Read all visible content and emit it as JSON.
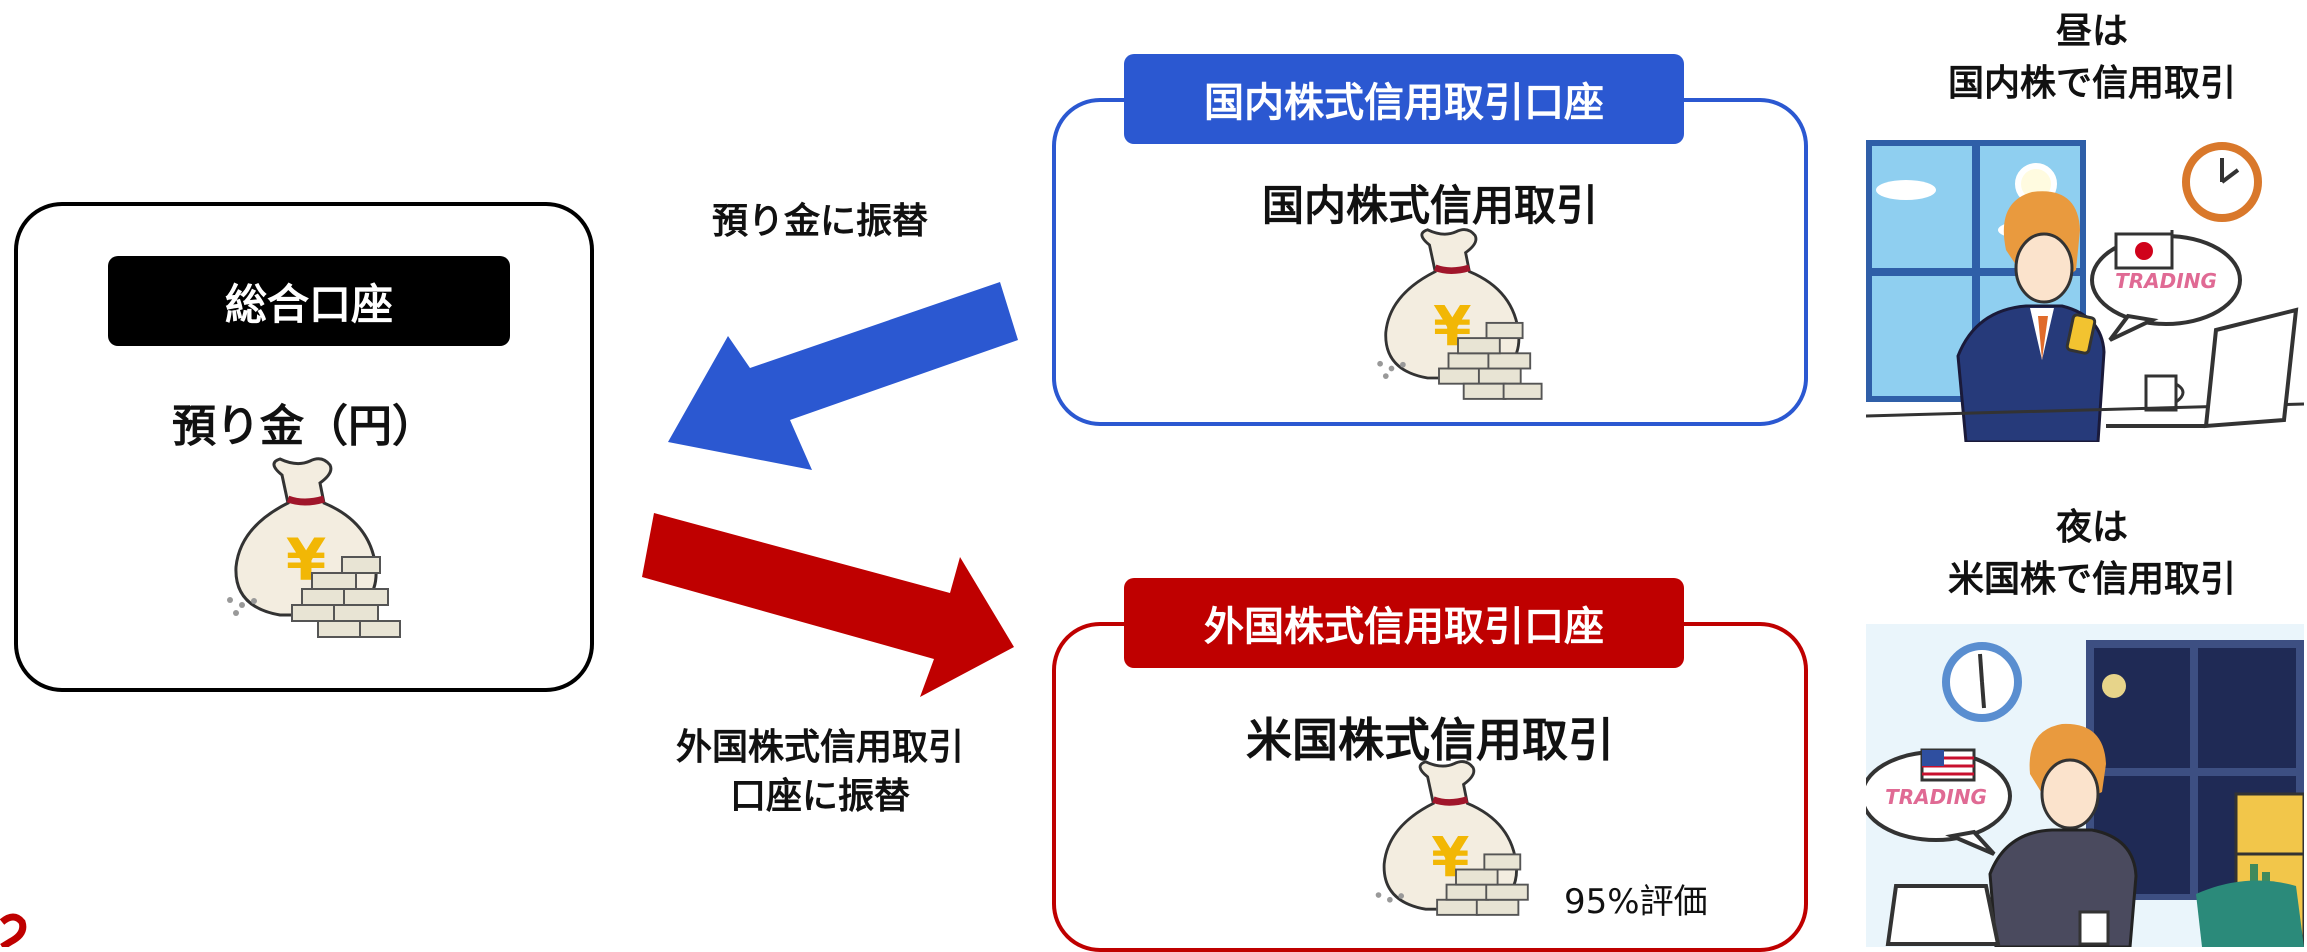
{
  "general_account": {
    "tab_label": "総合口座",
    "content_label": "預り金（円）"
  },
  "domestic_account": {
    "tab_label": "国内株式信用取引口座",
    "content_label": "国内株式信用取引"
  },
  "foreign_account": {
    "tab_label": "外国株式信用取引口座",
    "content_label": "米国株式信用取引",
    "valuation_note": "95%評価"
  },
  "arrows": {
    "to_general": {
      "label": "預り金に振替",
      "color": "#2b58d1"
    },
    "to_foreign": {
      "line1": "外国株式信用取引",
      "line2": "口座に振替",
      "color": "#bf0000"
    }
  },
  "day_panel": {
    "line1": "昼は",
    "line2": "国内株で信用取引",
    "bubble_text": "TRADING",
    "flag": "japan-flag"
  },
  "night_panel": {
    "line1": "夜は",
    "line2": "米国株で信用取引",
    "bubble_text": "TRADING",
    "flag": "us-flag"
  },
  "colors": {
    "black": "#000000",
    "blue": "#2b58d1",
    "red": "#bf0000"
  },
  "icons": [
    "money-bag-yen-icon",
    "cash-bundle-icon",
    "wall-clock-icon",
    "laptop-icon",
    "smartphone-icon",
    "mug-icon"
  ],
  "symbols": {
    "yen": "¥"
  }
}
